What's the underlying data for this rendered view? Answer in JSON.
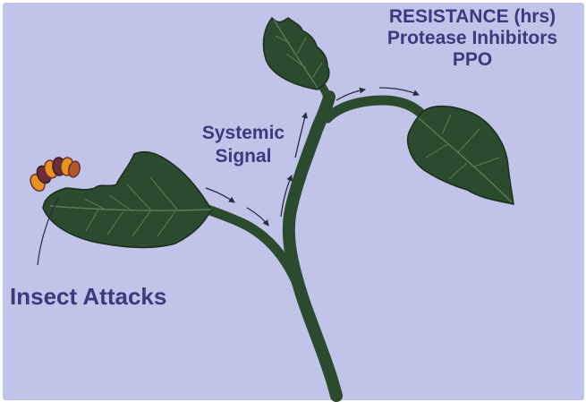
{
  "diagram": {
    "resistance": {
      "line1": "RESISTANCE (hrs)",
      "line2": "Protease Inhibitors",
      "line3": "PPO"
    },
    "systemic_signal": {
      "line1": "Systemic",
      "line2": "Signal"
    },
    "insect_attacks": "Insect Attacks"
  },
  "colors": {
    "background": "#c0c4e8",
    "leaf": "#2c4a2e",
    "text": "#3c3a7c",
    "caterpillar_orange": "#e8941c",
    "caterpillar_dark": "#6a2e3a"
  }
}
